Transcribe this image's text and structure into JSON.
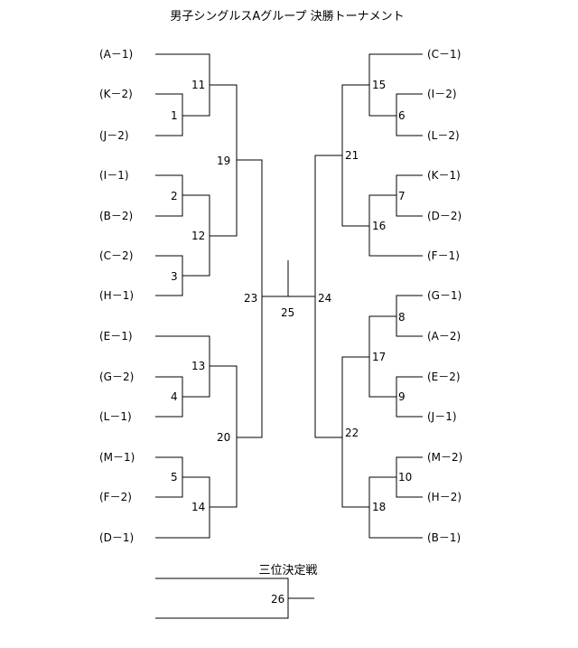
{
  "title": "男子シングルスAグループ 決勝トーナメント",
  "third_place_label": "三位決定戦",
  "left_teams": [
    "(A－1)",
    "(K－2)",
    "(J－2)",
    "(I－1)",
    "(B－2)",
    "(C－2)",
    "(H－1)",
    "(E－1)",
    "(G－2)",
    "(L－1)",
    "(M－1)",
    "(F－2)",
    "(D－1)"
  ],
  "right_teams": [
    "(C－1)",
    "(I－2)",
    "(L－2)",
    "(K－1)",
    "(D－2)",
    "(F－1)",
    "(G－1)",
    "(A－2)",
    "(E－2)",
    "(J－1)",
    "(M－2)",
    "(H－2)",
    "(B－1)"
  ],
  "matches": [
    "1",
    "2",
    "3",
    "4",
    "5",
    "6",
    "7",
    "8",
    "9",
    "10",
    "11",
    "12",
    "13",
    "14",
    "15",
    "16",
    "17",
    "18",
    "19",
    "20",
    "21",
    "22",
    "23",
    "24",
    "25",
    "26"
  ]
}
